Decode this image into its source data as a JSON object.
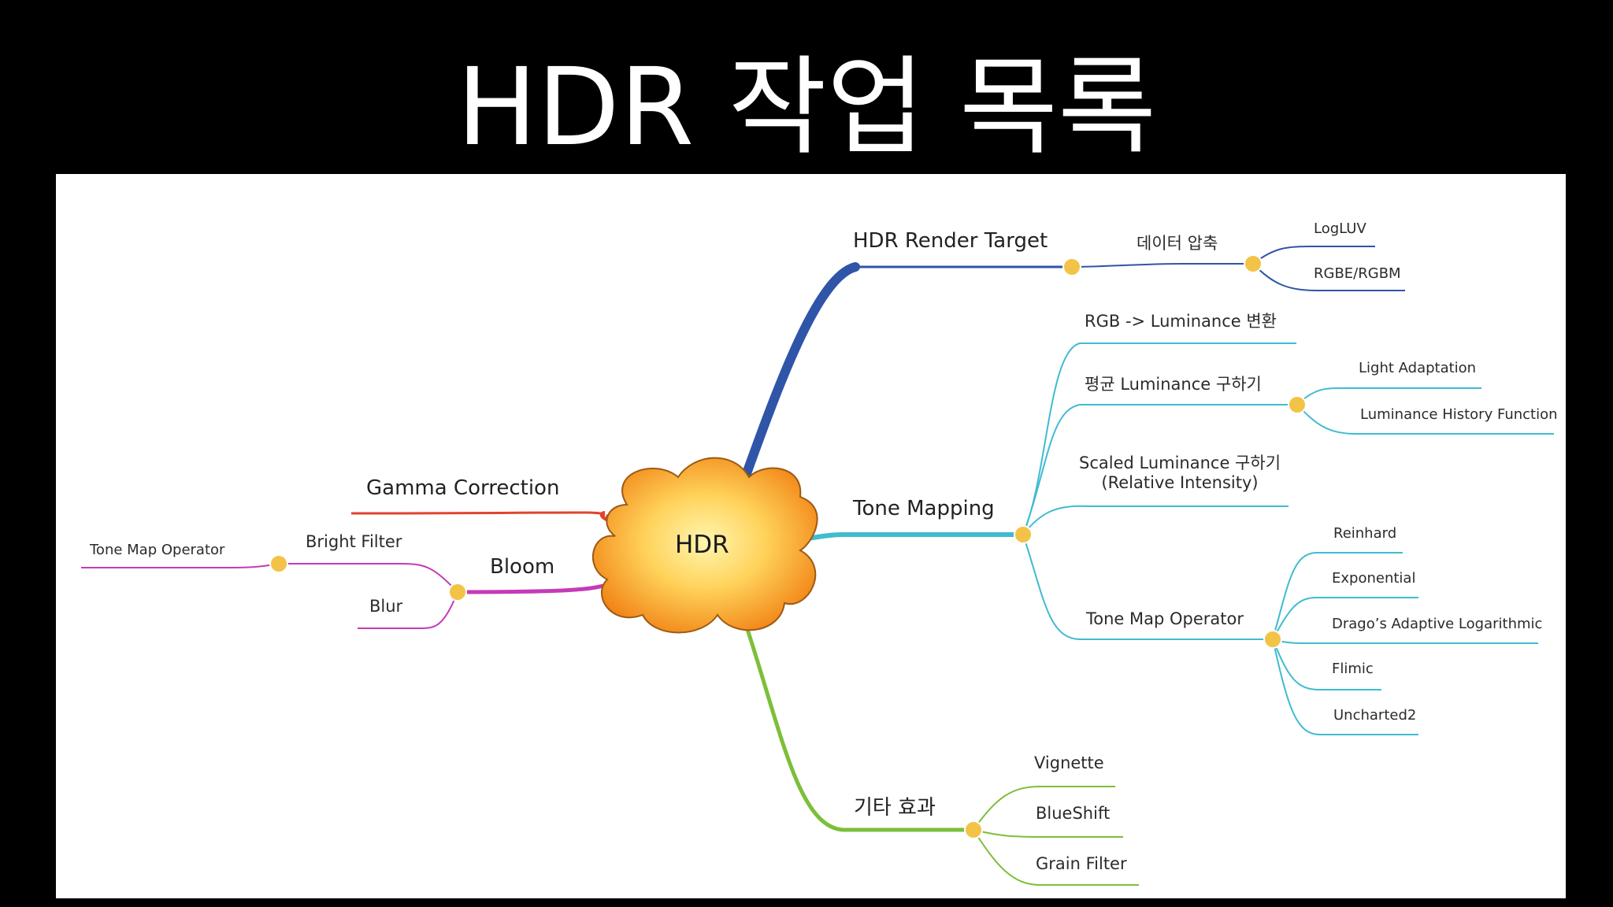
{
  "title": "HDR 작업 목록",
  "mindmap": {
    "center": "HDR",
    "branches": {
      "hdr_render_target": {
        "label": "HDR Render Target",
        "data_compression": {
          "label": "데이터 압축",
          "children": [
            "LogLUV",
            "RGBE/RGBM"
          ]
        }
      },
      "tone_mapping": {
        "label": "Tone Mapping",
        "rgb_to_luminance": "RGB  ->  Luminance 변환",
        "avg_luminance": {
          "label": "평균 Luminance 구하기",
          "children": [
            "Light Adaptation",
            "Luminance History Function"
          ]
        },
        "scaled_luminance": {
          "line1": "Scaled  Luminance 구하기",
          "line2": "(Relative Intensity)"
        },
        "tone_map_operator": {
          "label": "Tone Map Operator",
          "children": [
            "Reinhard",
            "Exponential",
            "Drago’s Adaptive Logarithmic",
            "Flimic",
            "Uncharted2"
          ]
        }
      },
      "other_effects": {
        "label": "기타 효과",
        "children": [
          "Vignette",
          "BlueShift",
          "Grain Filter"
        ]
      },
      "gamma_correction": {
        "label": "Gamma Correction"
      },
      "bloom": {
        "label": "Bloom",
        "bright_filter": {
          "label": "Bright Filter",
          "children": [
            "Tone Map Operator"
          ]
        },
        "blur": "Blur"
      }
    }
  },
  "colors": {
    "render_target": "#2f55a8",
    "tone_mapping": "#3fbcd0",
    "other_effects": "#7cbf3a",
    "gamma": "#e0432f",
    "bloom": "#c53ab7",
    "cloud_outer": "#f08a16",
    "cloud_inner": "#fff3a0",
    "knob": "#f3c348"
  }
}
